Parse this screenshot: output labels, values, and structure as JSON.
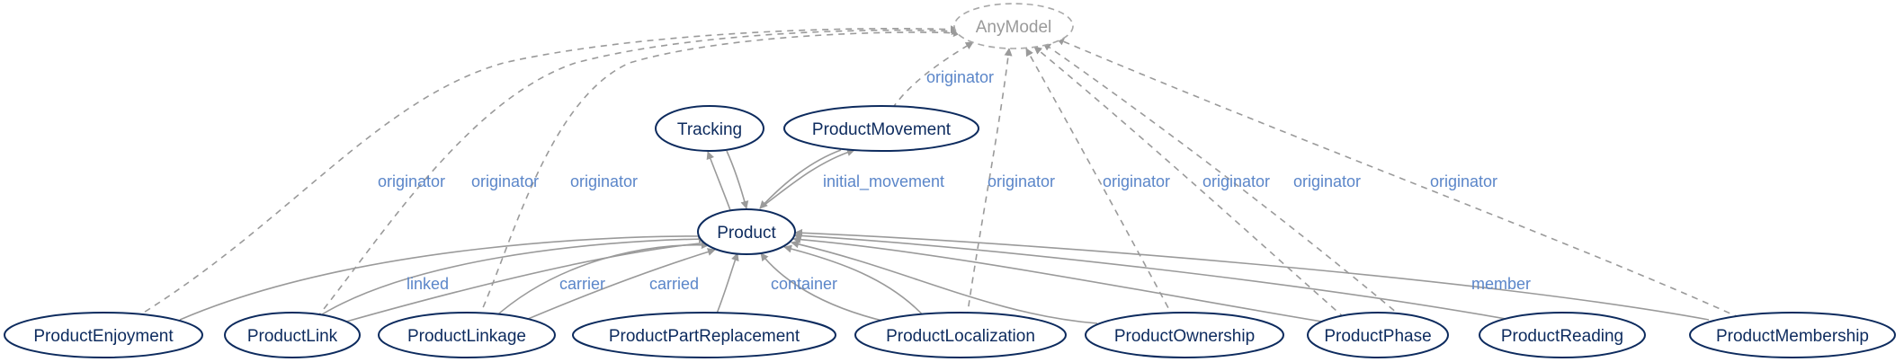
{
  "nodes": {
    "anymodel": "AnyModel",
    "tracking": "Tracking",
    "productmovement": "ProductMovement",
    "product": "Product",
    "productenjoyment": "ProductEnjoyment",
    "productlink": "ProductLink",
    "productlinkage": "ProductLinkage",
    "productpartreplacement": "ProductPartReplacement",
    "productlocalization": "ProductLocalization",
    "productownership": "ProductOwnership",
    "productphase": "ProductPhase",
    "productreading": "ProductReading",
    "productmembership": "ProductMembership"
  },
  "edge_labels": {
    "originator": "originator",
    "initial_movement": "initial_movement",
    "linked": "linked",
    "carrier": "carrier",
    "carried": "carried",
    "container": "container",
    "member": "member"
  },
  "colors": {
    "node_stroke": "#0d2b5e",
    "edge": "#9a9a9a",
    "edge_label": "#5b86c9",
    "ghost": "#a8a8a8"
  }
}
